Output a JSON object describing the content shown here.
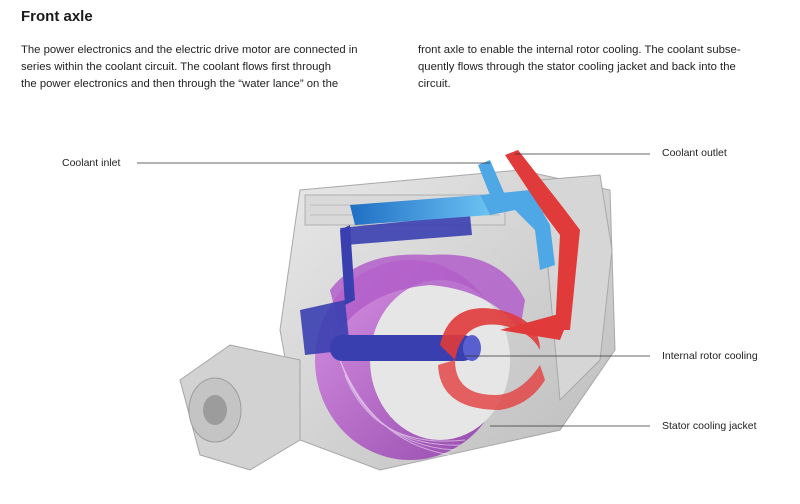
{
  "heading": "Front axle",
  "body": {
    "left_column": "The power electronics and the electric drive motor are connected in\nseries within the coolant circuit. The coolant flows first through\nthe power electronics and then through the “water lance” on the",
    "right_column": "front axle to enable the internal rotor cooling. The coolant subse-\nquently flows through the stator cooling jacket and back into the\ncircuit."
  },
  "figure": {
    "callouts": {
      "coolant_inlet": "Coolant inlet",
      "coolant_outlet": "Coolant outlet",
      "internal_rotor_cooling": "Internal rotor cooling",
      "stator_cooling_jacket": "Stator cooling jacket"
    },
    "colors": {
      "inlet_coolant": "#2f8fd9",
      "outlet_coolant": "#e03a3a",
      "stator_jacket": "#b455c8",
      "rotor_lance": "#3a3fb0",
      "housing": "#cfcfcf"
    }
  }
}
